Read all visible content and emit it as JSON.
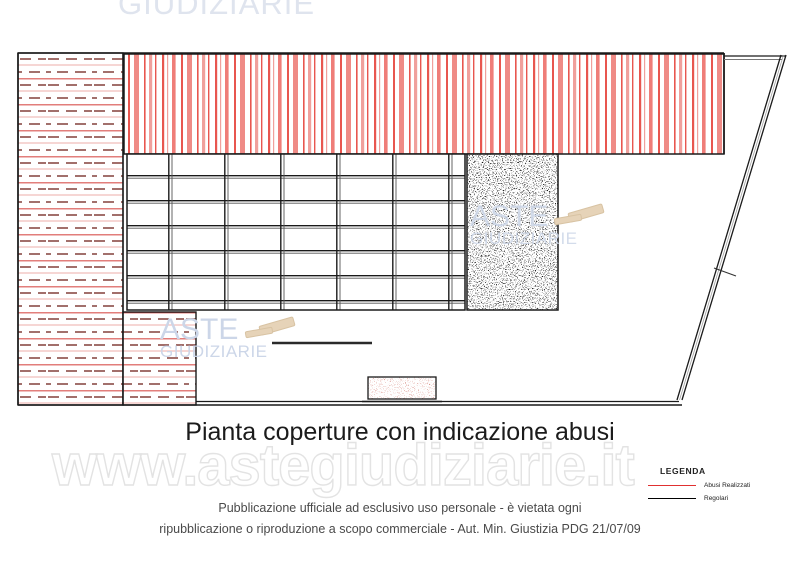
{
  "document": {
    "title": "Pianta coperture con indicazione abusi"
  },
  "watermarks": {
    "top_partial": "GIUDIZIARIE",
    "brand_line1": "ASTE",
    "brand_line2": "GIUDIZIARIE",
    "url": "www.astegiudiziarie.it"
  },
  "legend": {
    "heading": "LEGENDA",
    "entries": [
      {
        "label": "Abusi Realizzati",
        "color": "#e03030"
      },
      {
        "label": "Regolari",
        "color": "#000000"
      }
    ]
  },
  "footer": {
    "line1": "Pubblicazione ufficiale ad esclusivo uso personale - è vietata ogni",
    "line2": "ripubblicazione o riproduzione a scopo commerciale - Aut. Min. Giustizia PDG 21/07/09"
  },
  "drawing": {
    "colors": {
      "abuse_red": "#e8564f",
      "abuse_red_light": "#f4a6a2",
      "outline_black": "#1a1a1a",
      "stipple_black": "#111111",
      "stipple_red": "#c0392b"
    },
    "regions": [
      {
        "name": "left-dashed-hatch-block",
        "kind": "horizontal-dashed-red"
      },
      {
        "name": "top-vertical-stripe-roof",
        "kind": "vertical-red-stripes"
      },
      {
        "name": "central-structural-grid",
        "kind": "black-double-line-grid"
      },
      {
        "name": "stippled-terrace",
        "kind": "black-speckle"
      },
      {
        "name": "small-abuse-box",
        "kind": "red-speckle"
      },
      {
        "name": "diagonal-boundary-wall",
        "kind": "double-line"
      }
    ]
  }
}
